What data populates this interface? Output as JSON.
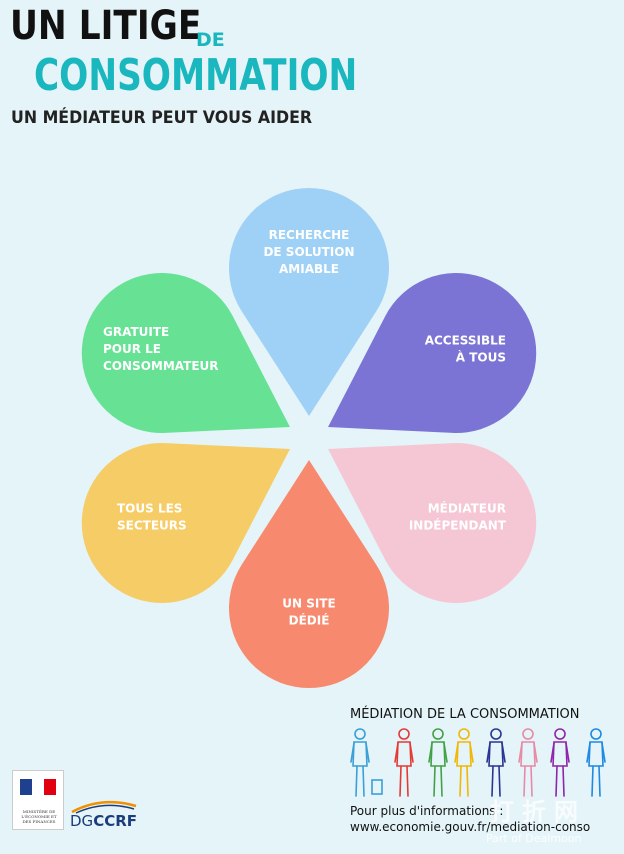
{
  "header": {
    "title_line1": "UN LITIGE",
    "title_de": "DE",
    "title_line2": "CONSOMMATION",
    "subtitle": "UN MÉDIATEUR PEUT VOUS AIDER"
  },
  "petals": [
    {
      "id": "top",
      "color": "#9fd1f6",
      "lines": [
        "RECHERCHE",
        "DE SOLUTION",
        "AMIABLE"
      ]
    },
    {
      "id": "upper-right",
      "color": "#7b74d5",
      "lines": [
        "ACCESSIBLE",
        "À TOUS"
      ]
    },
    {
      "id": "lower-right",
      "color": "#f5c7d4",
      "lines": [
        "MÉDIATEUR",
        "INDÉPENDANT"
      ]
    },
    {
      "id": "bottom",
      "color": "#f78a6e",
      "lines": [
        "UN SITE",
        "DÉDIÉ"
      ]
    },
    {
      "id": "lower-left",
      "color": "#f6cc66",
      "lines": [
        "TOUS LES",
        "SECTEURS"
      ]
    },
    {
      "id": "upper-left",
      "color": "#67e295",
      "lines": [
        "GRATUITE",
        "POUR LE",
        "CONSOMMATEUR"
      ]
    }
  ],
  "mediation": {
    "title": "MÉDIATION DE LA CONSOMMATION",
    "info_line1": "Pour plus d'informations :",
    "info_line2": "www.economie.gouv.fr/mediation-conso",
    "people_colors": [
      "#3a9fd6",
      "#e53935",
      "#43a047",
      "#f2b705",
      "#283593",
      "#e88aa6",
      "#8e24aa",
      "#1e88e5"
    ]
  },
  "logos": {
    "ministry_caption": "MINISTÈRE DE L'ÉCONOMIE ET DES FINANCES",
    "dgccrf_prefix": "DG",
    "dgccrf_bold": "CCRF"
  },
  "watermark": {
    "text": "打折网",
    "sub": "Part of Dealmoon"
  }
}
